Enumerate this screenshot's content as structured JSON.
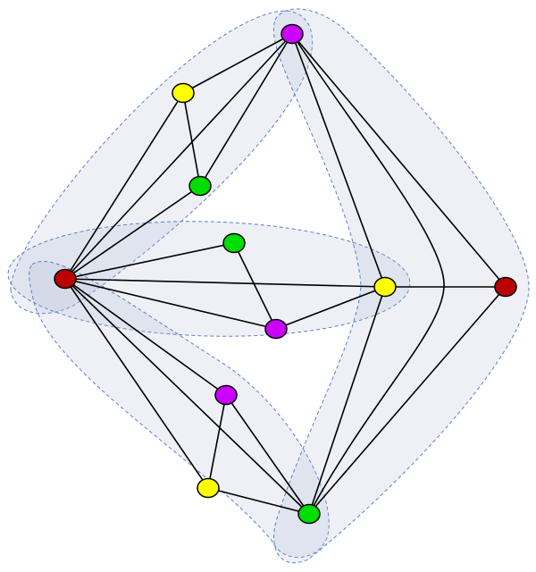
{
  "node_colors": {
    "purple": "#cc00ff",
    "yellow": "#ffff00",
    "green": "#00dd00",
    "red": "#bb0000"
  },
  "hull_fill": "#eef0f6",
  "hull_stroke": "#5a7fc8",
  "nodes": [
    {
      "id": "P1",
      "color": "purple"
    },
    {
      "id": "Y1",
      "color": "yellow"
    },
    {
      "id": "G1",
      "color": "green"
    },
    {
      "id": "R1",
      "color": "red"
    },
    {
      "id": "G2",
      "color": "green"
    },
    {
      "id": "P2",
      "color": "purple"
    },
    {
      "id": "Y2",
      "color": "yellow"
    },
    {
      "id": "R2",
      "color": "red"
    },
    {
      "id": "P3",
      "color": "purple"
    },
    {
      "id": "Y3",
      "color": "yellow"
    },
    {
      "id": "G3",
      "color": "green"
    }
  ],
  "edges": [
    [
      "P1",
      "Y1"
    ],
    [
      "P1",
      "G1"
    ],
    [
      "P1",
      "R1"
    ],
    [
      "Y1",
      "G1"
    ],
    [
      "Y1",
      "R1"
    ],
    [
      "G1",
      "R1"
    ],
    [
      "P1",
      "Y2"
    ],
    [
      "P1",
      "R2"
    ],
    [
      "P1",
      "G3"
    ],
    [
      "R1",
      "G2"
    ],
    [
      "R1",
      "Y2"
    ],
    [
      "R1",
      "P2"
    ],
    [
      "G2",
      "P2"
    ],
    [
      "P2",
      "Y2"
    ],
    [
      "Y2",
      "R2"
    ],
    [
      "R1",
      "P3"
    ],
    [
      "R1",
      "Y3"
    ],
    [
      "R1",
      "G3"
    ],
    [
      "P3",
      "Y3"
    ],
    [
      "P3",
      "G3"
    ],
    [
      "Y3",
      "G3"
    ],
    [
      "Y2",
      "G3"
    ],
    [
      "R2",
      "G3"
    ]
  ],
  "hyperedges": [
    [
      "R1",
      "Y1",
      "G1",
      "P1"
    ],
    [
      "R1",
      "G2",
      "P2",
      "Y2"
    ],
    [
      "R1",
      "P3",
      "Y3",
      "G3"
    ],
    [
      "P1",
      "Y2",
      "R2",
      "G3"
    ]
  ]
}
